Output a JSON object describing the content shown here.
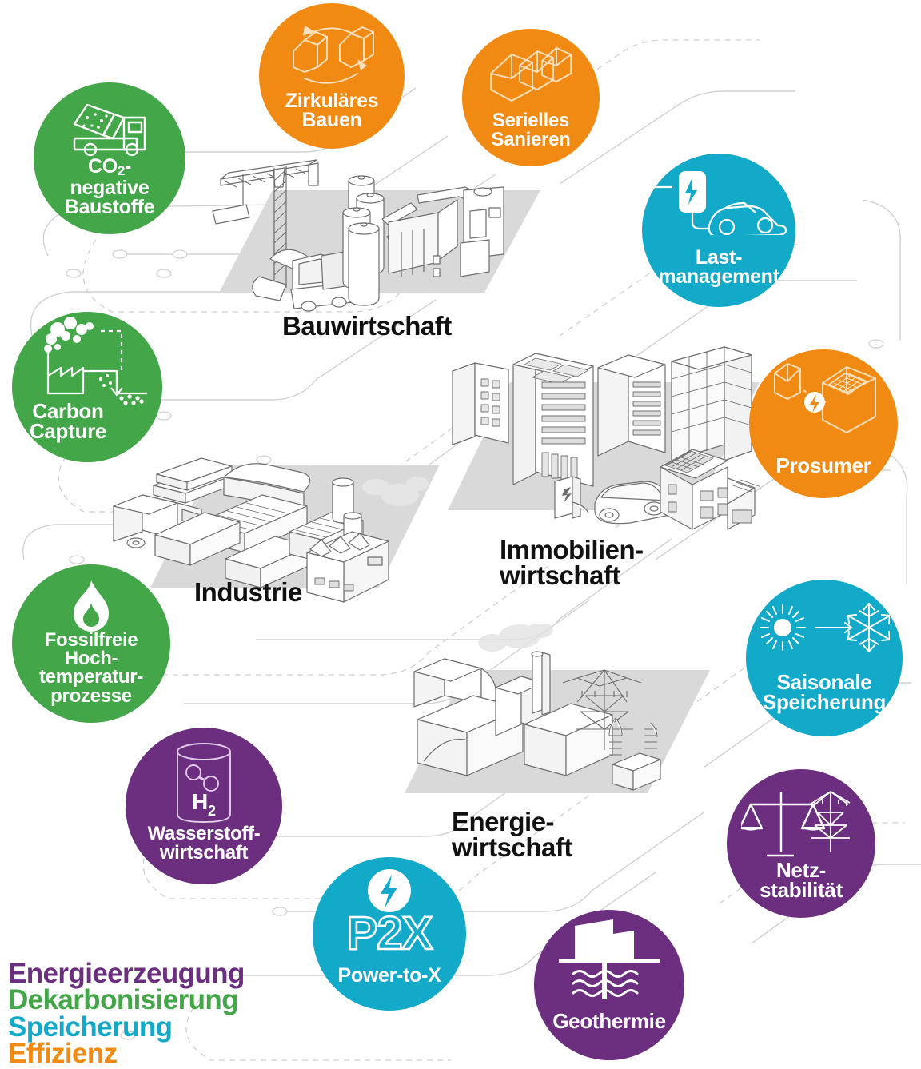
{
  "meta": {
    "title": "Dekarbonisierungs-Technologien nach Sektoren",
    "colors": {
      "green": "#43a648",
      "orange": "#f18a13",
      "cyan": "#12aac8",
      "purple": "#6c2f80",
      "scene_fill": "#d9d9d9",
      "line": "#6e6e6e",
      "label_black": "#111111"
    }
  },
  "sectors": [
    {
      "id": "bauwirtschaft",
      "label": "Bauwirtschaft"
    },
    {
      "id": "immobilienwirtschaft",
      "label": "Immobilien-\nwirtschaft"
    },
    {
      "id": "industrie",
      "label": "Industrie"
    },
    {
      "id": "energiewirtschaft",
      "label": "Energie-\nwirtschaft"
    }
  ],
  "bubbles": [
    {
      "id": "co2-negative-baustoffe",
      "label": "CO2-\nnegative\nBaustoffe",
      "label_html": "CO<sub>2</sub>-<br>negative<br>Baustoffe",
      "category": "Dekarbonisierung",
      "color": "#43a648",
      "icon": "cement-mixer-truck-icon"
    },
    {
      "id": "zirkulaeres-bauen",
      "label": "Zirkuläres\nBauen",
      "category": "Effizienz",
      "color": "#f18a13",
      "icon": "circular-houses-icon"
    },
    {
      "id": "serielles-sanieren",
      "label": "Serielles\nSanieren",
      "category": "Effizienz",
      "color": "#f18a13",
      "icon": "row-houses-icon"
    },
    {
      "id": "lastmanagement",
      "label": "Last-\nmanagement",
      "category": "Speicherung",
      "color": "#12aac8",
      "icon": "ev-charger-car-icon"
    },
    {
      "id": "carbon-capture",
      "label": "Carbon\nCapture",
      "category": "Dekarbonisierung",
      "color": "#43a648",
      "icon": "factory-capture-icon"
    },
    {
      "id": "prosumer",
      "label": "Prosumer",
      "category": "Effizienz",
      "color": "#f18a13",
      "icon": "solar-house-bolt-icon"
    },
    {
      "id": "fossilfreie-hochtemperaturprozesse",
      "label": "Fossilfreie\nHoch-\ntemperatur-\nprozesse",
      "category": "Dekarbonisierung",
      "color": "#43a648",
      "icon": "flame-icon"
    },
    {
      "id": "saisonale-speicherung",
      "label": "Saisonale\nSpeicherung",
      "category": "Speicherung",
      "color": "#12aac8",
      "icon": "sun-to-snowflake-icon"
    },
    {
      "id": "wasserstoffwirtschaft",
      "label": "Wasserstoff-\nwirtschaft",
      "category": "Energieerzeugung",
      "color": "#6c2f80",
      "icon": "hydrogen-tank-icon",
      "icon_text": "H2"
    },
    {
      "id": "power-to-x",
      "label": "Power-to-X",
      "headline": "P2X",
      "category": "Speicherung",
      "color": "#12aac8",
      "icon": "bolt-circle-icon"
    },
    {
      "id": "geothermie",
      "label": "Geothermie",
      "category": "Energieerzeugung",
      "color": "#6c2f80",
      "icon": "geothermal-drilling-icon"
    },
    {
      "id": "netzstabilitaet",
      "label": "Netz-\nstabilität",
      "category": "Energieerzeugung",
      "color": "#6c2f80",
      "icon": "scales-pylon-icon"
    }
  ],
  "legend": {
    "items": [
      {
        "label": "Energieerzeugung",
        "color": "#6c2f80"
      },
      {
        "label": "Dekarbonisierung",
        "color": "#43a648"
      },
      {
        "label": "Speicherung",
        "color": "#12aac8"
      },
      {
        "label": "Effizienz",
        "color": "#f18a13"
      }
    ]
  }
}
